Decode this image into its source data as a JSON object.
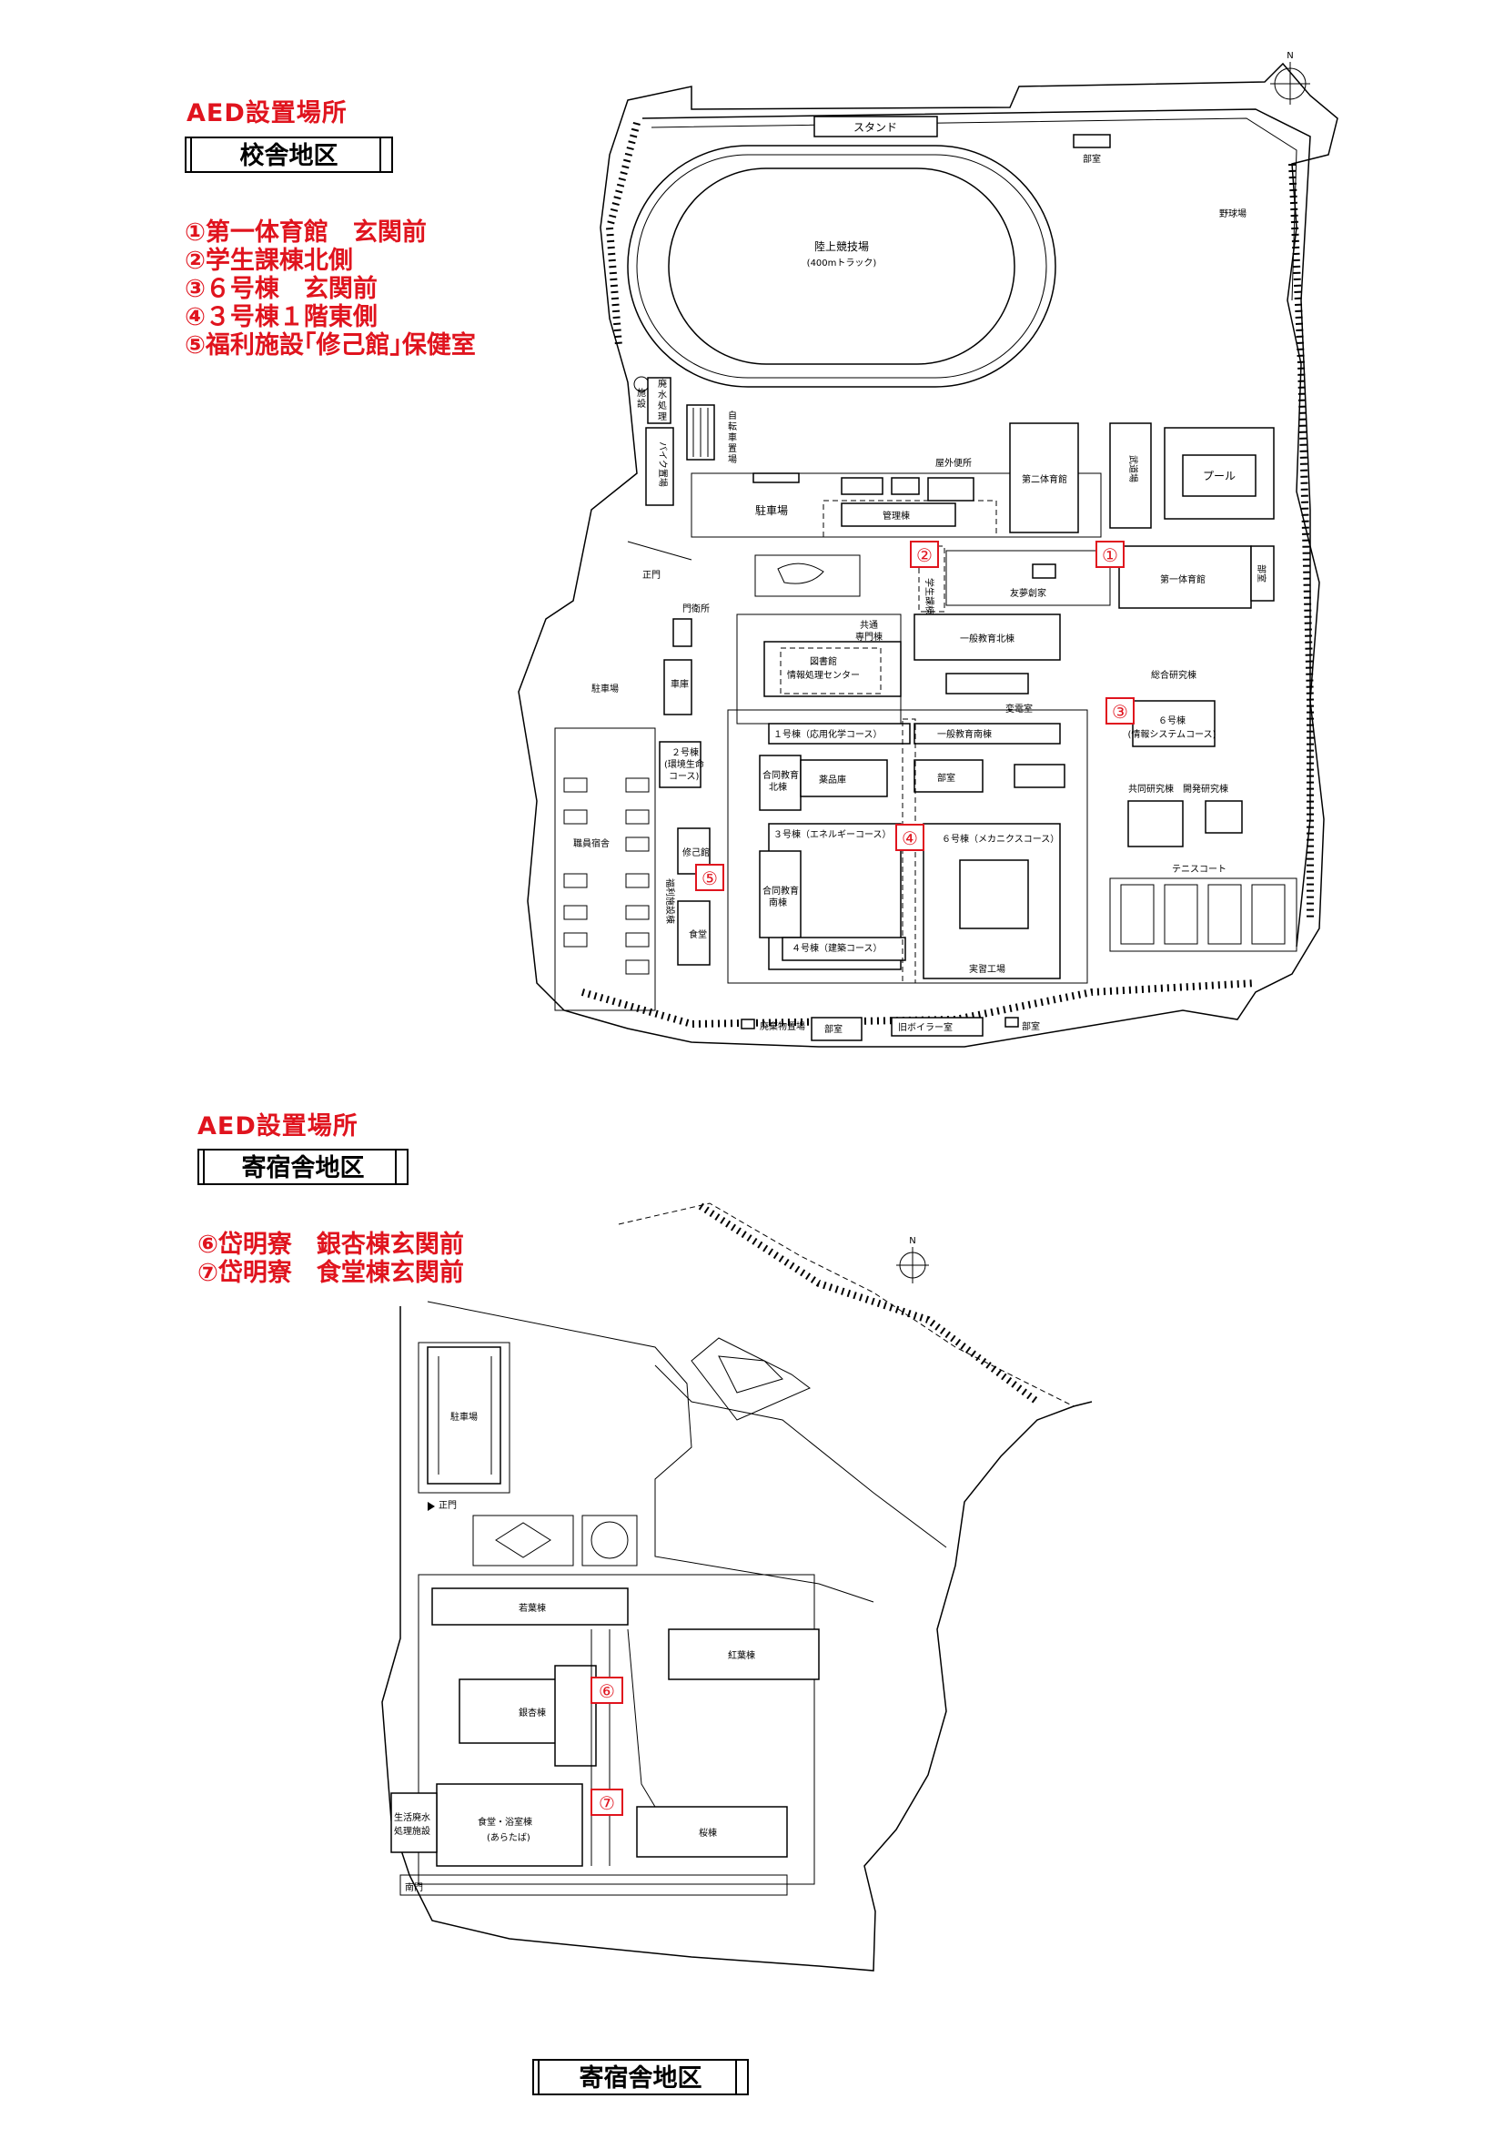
{
  "campus": {
    "title": "AED設置場所",
    "district": "校舎地区",
    "legend": [
      "①第一体育館　玄関前",
      "②学生課棟北側",
      "③６号棟　玄関前",
      "④３号棟１階東側",
      "⑤福利施設｢修己館｣保健室"
    ],
    "markers": [
      "①",
      "②",
      "③",
      "④",
      "⑤"
    ],
    "labels": {
      "stand": "スタンド",
      "bukai": "部室",
      "baseball": "野球場",
      "track1": "陸上競技場",
      "track2": "(400mトラック)",
      "haisui1": "廃",
      "haisui2": "水",
      "haisui3": "処",
      "haisui4": "理",
      "shisetsu1": "施",
      "shisetsu2": "設",
      "jitensha1": "自",
      "jitensha2": "転",
      "jitensha3": "車",
      "jitensha4": "置",
      "jitensha5": "場",
      "bike": "バイク置場",
      "toilet": "屋外便所",
      "dai2gym": "第二体育館",
      "budojo": "武道場",
      "pool": "プール",
      "parking": "駐車場",
      "kanri": "管理棟",
      "seimon": "正門",
      "dai1gym": "第一体育館",
      "bushitsu2": "部室",
      "yuumu": "友夢創家",
      "kyoutsu1": "共通",
      "kyoutsu2": "専門棟",
      "gakusei": "学生課棟",
      "monei": "門衛所",
      "ippan_kita": "一般教育北棟",
      "tosho1": "図書館",
      "tosho2": "情報処理センター",
      "denki": "変電室",
      "sogo": "総合研究棟",
      "shako": "車庫",
      "parking2": "駐車場",
      "b1": "１号棟（応用化学コース）",
      "ippan_minami": "一般教育南棟",
      "b6a": "６号棟",
      "b6b": "(情報システムコース)",
      "b2a": "２号棟",
      "b2b": "(環境生命",
      "b2c": "コース)",
      "yakuhin": "薬品庫",
      "goudou_kita1": "合同教育",
      "goudou_kita2": "北棟",
      "bushitsu3": "部室",
      "kyodo": "共同研究棟",
      "kaihatsu": "開発研究棟",
      "shokuin": "職員宿舎",
      "shuki": "修己館",
      "b3": "３号棟（エネルギーコース）",
      "b6m": "６号棟（メカニクスコース）",
      "tennis": "テニスコート",
      "fukuri": "福利施設棟",
      "shokudo": "食堂",
      "goudou_minami1": "合同教育",
      "goudou_minami2": "南棟",
      "b4": "４号棟（建築コース）",
      "jisshu": "実習工場",
      "haikibutsu": "廃棄物置場",
      "bushitsu4": "部室",
      "boiler": "旧ボイラー室",
      "bushitsu5": "部室",
      "north": "N"
    }
  },
  "dorm": {
    "title": "AED設置場所",
    "district": "寄宿舎地区",
    "legend": [
      "⑥岱明寮　銀杏棟玄関前",
      "⑦岱明寮　食堂棟玄関前"
    ],
    "markers": [
      "⑥",
      "⑦"
    ],
    "labels": {
      "parking": "駐車場",
      "seimon": "正門",
      "wakaba": "若葉棟",
      "momiji": "紅葉棟",
      "icho": "銀杏棟",
      "shokudo1": "食堂・浴室棟",
      "shokudo2": "(あらたば)",
      "sakura": "桜棟",
      "seikatsu1": "生活廃水",
      "seikatsu2": "処理施設",
      "minamimon": "南門",
      "north": "N"
    },
    "footer": "寄宿舎地区"
  },
  "colors": {
    "marker": "#e0141e"
  }
}
